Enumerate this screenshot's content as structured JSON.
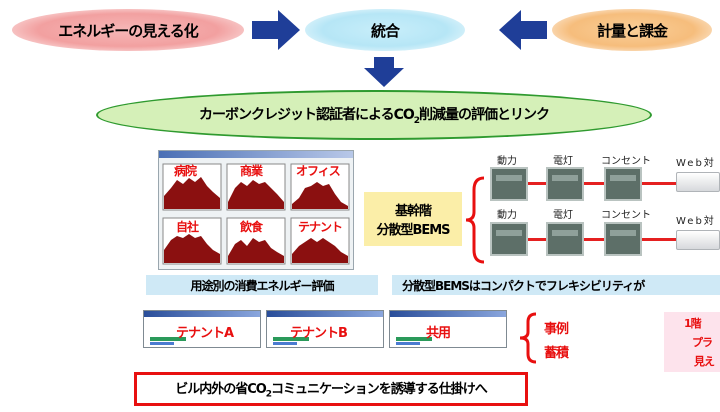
{
  "top": {
    "left_oval": "エネルギーの見える化",
    "center_oval": "統合",
    "right_oval": "計量と課金"
  },
  "banner": {
    "text_pre": "カーボンクレジット認証者によるCO",
    "text_sub": "2",
    "text_post": "削減量の評価とリンク"
  },
  "charts": {
    "labels": [
      "病院",
      "商業",
      "オフィス",
      "自社",
      "飲食",
      "テナント"
    ]
  },
  "bems": {
    "line1": "基幹階",
    "line2": "分散型BEMS"
  },
  "devices": {
    "row1": [
      "動力",
      "電灯",
      "コンセント"
    ],
    "row2": [
      "動力",
      "電灯",
      "コンセント"
    ],
    "web_label": "Web対",
    "web_label_2": "Web対"
  },
  "captions": {
    "left": "用途別の消費エネルギー評価",
    "right": "分散型BEMSはコンパクトでフレキシビリティが"
  },
  "tenants": [
    "テナントA",
    "テナントB",
    "共用"
  ],
  "case": {
    "line1": "事例",
    "line2": "蓄積"
  },
  "right_note": {
    "line1": "1階",
    "line2": "プラ",
    "line3": "見え"
  },
  "bottom": {
    "text_pre": "ビル内外の省CO",
    "text_sub": "2",
    "text_post": "コミュニケーションを誘導する仕掛けへ"
  },
  "colors": {
    "red": "#e81010",
    "green_oval": "#d5f0b8",
    "blue_arrow": "#1f3e98",
    "pink_oval": "#f2a0a0",
    "orange_oval": "#f7c48a",
    "cyan_oval": "#c2eaf7"
  }
}
